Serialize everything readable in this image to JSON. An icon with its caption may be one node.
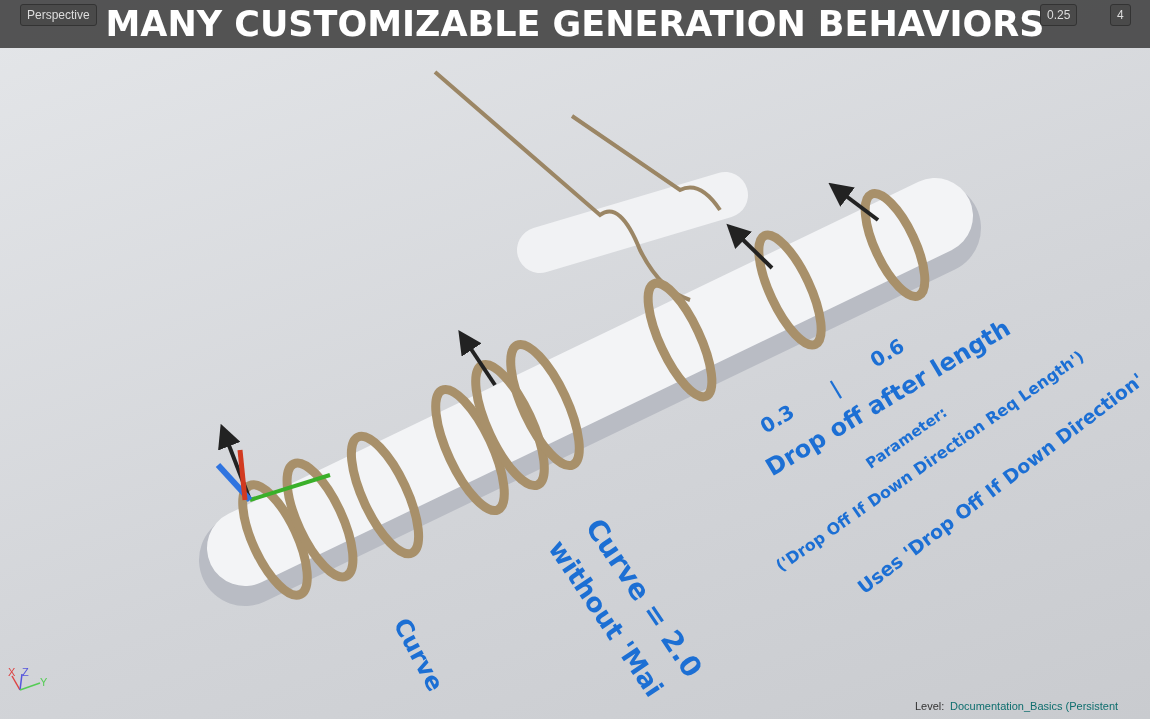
{
  "diagram": {
    "title": "MANY CUSTOMIZABLE GENERATION BEHAVIORS",
    "labels": [
      "Perspective",
      "0.25",
      "4",
      "0.3",
      "|",
      "0.6",
      "Drop off after length",
      "Parameter:",
      "('Drop Off If Down Direction Req Length')",
      "Uses 'Drop Off If Down Direction'",
      "Curve = 2.0",
      "without 'Mai",
      "Curve",
      "X",
      "Z",
      "Y",
      "Level:",
      "Documentation_Basics (Persistent"
    ]
  }
}
